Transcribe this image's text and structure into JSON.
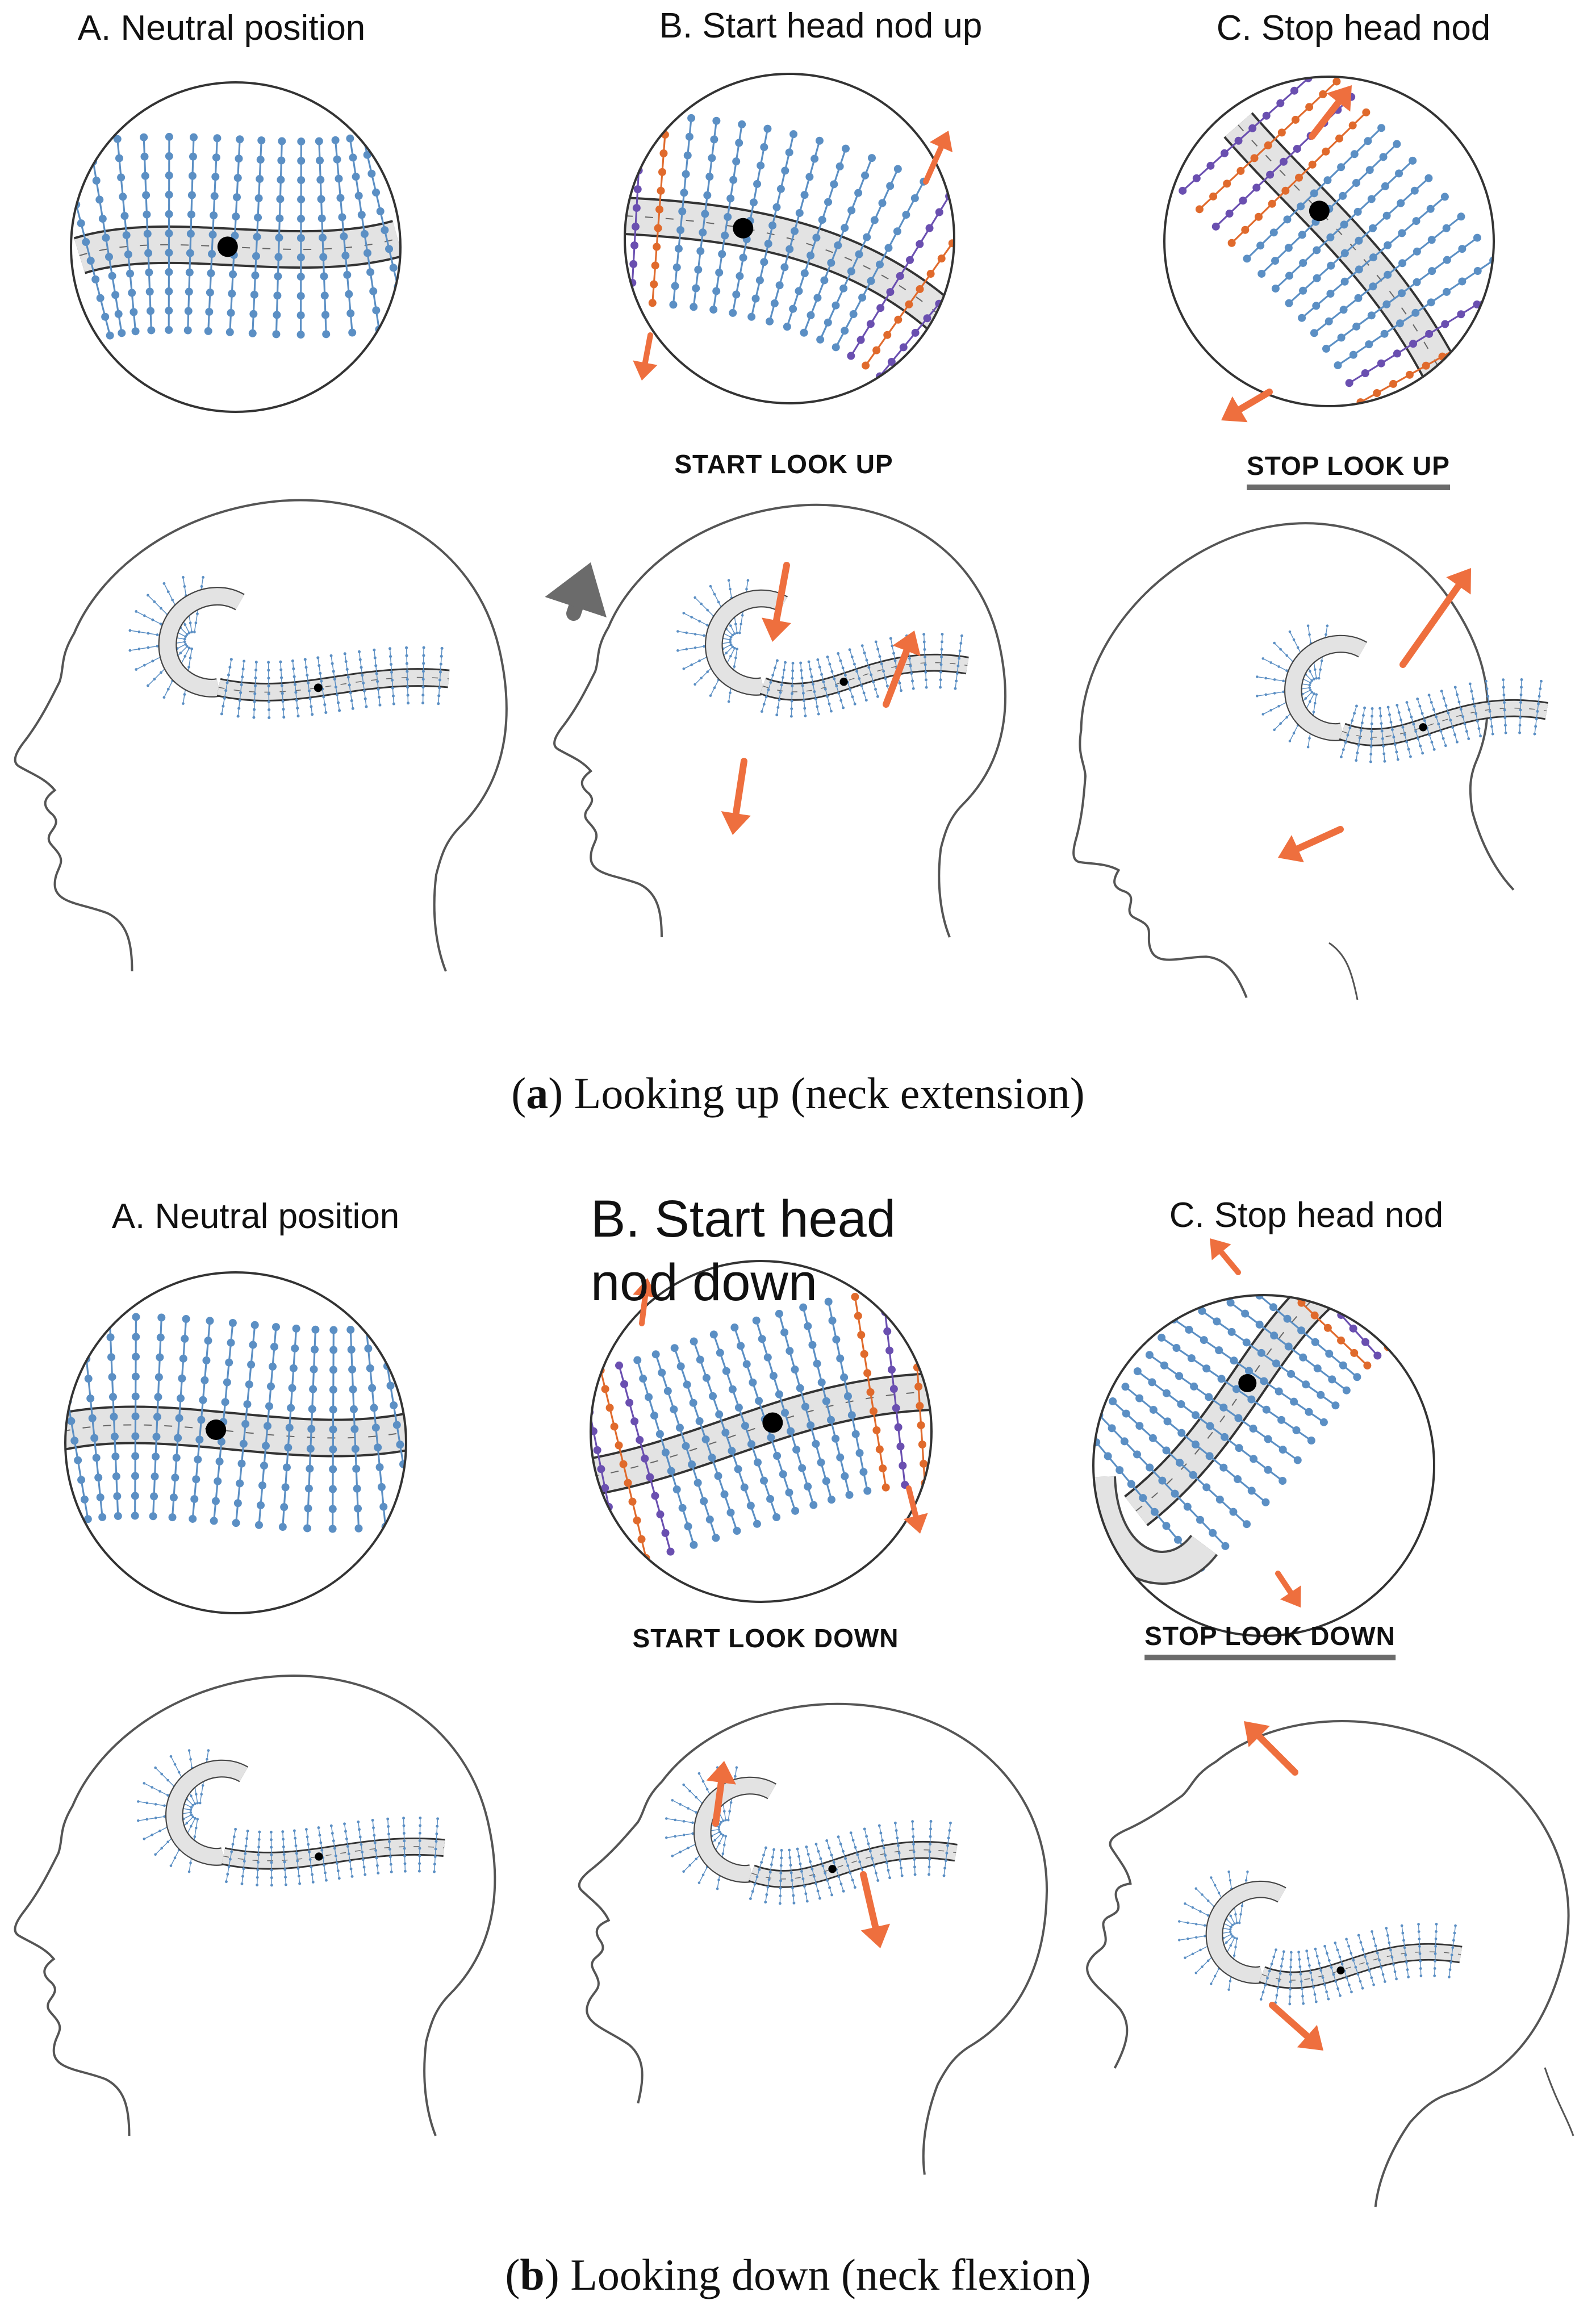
{
  "figure_a": {
    "panel_a_title": "A. Neutral position",
    "panel_b_title": "B. Start head nod up",
    "panel_c_title": "C. Stop head nod",
    "step_b": "START  LOOK UP",
    "step_c": "STOP LOOK UP",
    "caption_letter": "a",
    "caption_text": "Looking up (neck extension)"
  },
  "figure_b": {
    "panel_a_title": "A. Neutral position",
    "panel_b_title": "B. Start head nod down",
    "panel_c_title": "C. Stop head nod",
    "step_b": "START LOOK DOWN",
    "step_c": "STOP LOOK DOWN",
    "caption_letter": "b",
    "caption_text": "Looking down (neck flexion)"
  },
  "colors": {
    "fiber_blue": "#5b8fc4",
    "fiber_purple": "#6a4fb0",
    "fiber_orange": "#e06a2c",
    "arrow_orange": "#ee6f3e",
    "arrow_gray": "#6b6b6b",
    "outline": "#555555",
    "canal_fill": "#e3e3e3"
  }
}
